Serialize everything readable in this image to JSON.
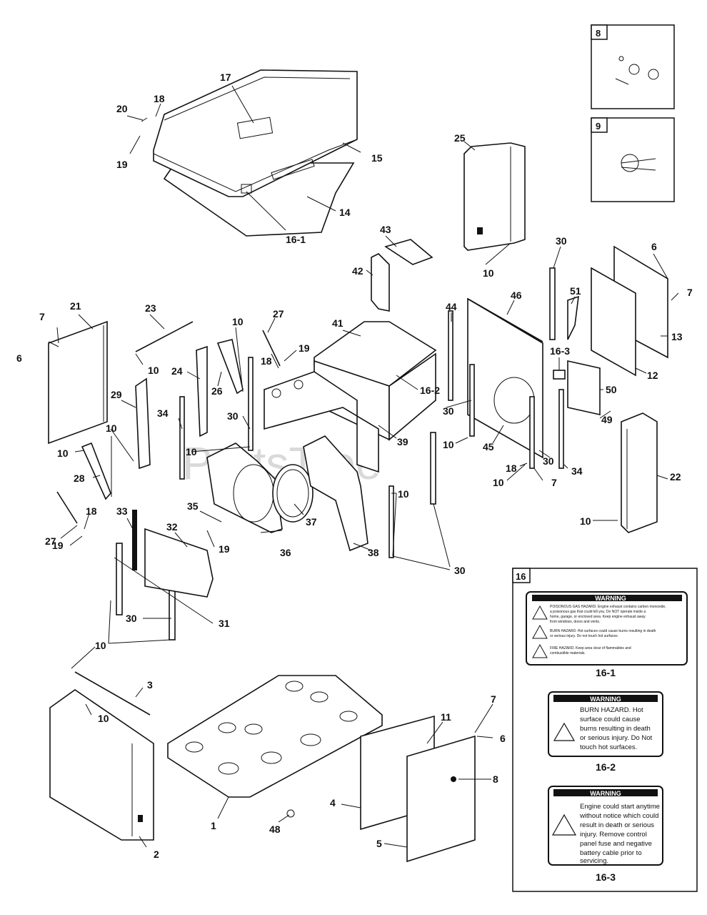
{
  "watermark": "PartsTree",
  "callouts": {
    "c1": "1",
    "c2": "2",
    "c3": "3",
    "c4": "4",
    "c5": "5",
    "c6a": "6",
    "c6b": "6",
    "c6c": "6",
    "c7a": "7",
    "c7b": "7",
    "c7c": "7",
    "c7d": "7",
    "c8": "8",
    "c10a": "10",
    "c10b": "10",
    "c10c": "10",
    "c10d": "10",
    "c10e": "10",
    "c10f": "10",
    "c10g": "10",
    "c10h": "10",
    "c10i": "10",
    "c10j": "10",
    "c10k": "10",
    "c10l": "10",
    "c11": "11",
    "c12": "12",
    "c13": "13",
    "c14": "14",
    "c15": "15",
    "c16_1": "16-1",
    "c16_2": "16-2",
    "c16_3": "16-3",
    "c17": "17",
    "c18a": "18",
    "c18b": "18",
    "c18c": "18",
    "c18d": "18",
    "c19a": "19",
    "c19b": "19",
    "c19c": "19",
    "c19d": "19",
    "c20": "20",
    "c21": "21",
    "c22": "22",
    "c23": "23",
    "c24": "24",
    "c25": "25",
    "c26": "26",
    "c27a": "27",
    "c27b": "27",
    "c28": "28",
    "c29": "29",
    "c30a": "30",
    "c30b": "30",
    "c30c": "30",
    "c30d": "30",
    "c30e": "30",
    "c30f": "30",
    "c31": "31",
    "c32": "32",
    "c33": "33",
    "c34a": "34",
    "c34b": "34",
    "c35": "35",
    "c36": "36",
    "c37": "37",
    "c38": "38",
    "c39": "39",
    "c41": "41",
    "c42": "42",
    "c43": "43",
    "c44": "44",
    "c45": "45",
    "c46": "46",
    "c48": "48",
    "c49": "49",
    "c50": "50",
    "c51": "51"
  },
  "insets": {
    "kit8": {
      "tag": "8"
    },
    "kit9": {
      "tag": "9"
    },
    "decals": {
      "tag": "16"
    }
  },
  "decals": {
    "d1": {
      "caption": "16-1",
      "header": "WARNING",
      "lines": [
        "POISONOUS GAS HAZARD. Engine exhaust contains carbon monoxide,",
        "a poisonous gas that could kill you. Do NOT operate inside a",
        "home, garage, or enclosed area. Keep engine exhaust away",
        "from windows, doors and vents.",
        "BURN HAZARD. Hot surfaces could cause burns resulting in death",
        "or serious injury. Do not touch hot surfaces.",
        "FIRE HAZARD. Keep area clear of flammables and",
        "combustible materials."
      ]
    },
    "d2": {
      "caption": "16-2",
      "header": "WARNING",
      "lines": [
        "BURN HAZARD. Hot",
        "surface could cause",
        "burns resulting in death",
        "or serious injury. Do Not",
        "touch hot surfaces."
      ]
    },
    "d3": {
      "caption": "16-3",
      "header": "WARNING",
      "lines": [
        "Engine could start anytime",
        "without notice which could",
        "result in death or serious",
        "injury. Remove control",
        "panel fuse and negative",
        "battery cable prior to",
        "servicing."
      ]
    }
  }
}
